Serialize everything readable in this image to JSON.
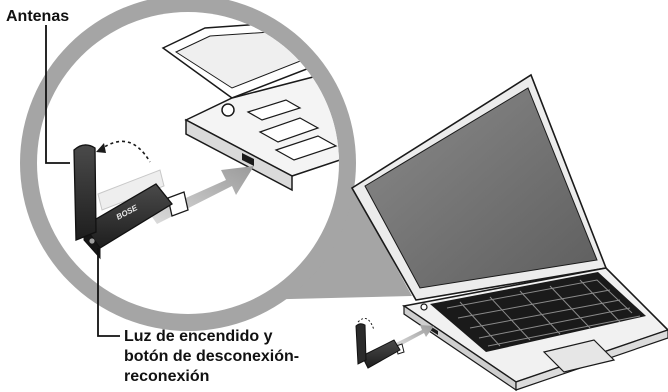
{
  "callouts": {
    "antenna": "Antenas",
    "light_line1": "Luz de encendido y",
    "light_line2": "botón de desconexión-",
    "light_line3": "reconexión"
  },
  "brand": {
    "logo_text": "BOSE"
  },
  "colors": {
    "magnifier_fill": "#a5a5a5",
    "lens_fill": "#ffffff",
    "dongle_body": "#2b2b2b",
    "screen_fill": "#777777",
    "laptop_body": "#f1f1f1",
    "arrow": "#b5b5b5",
    "outline": "#1a1a1a"
  }
}
